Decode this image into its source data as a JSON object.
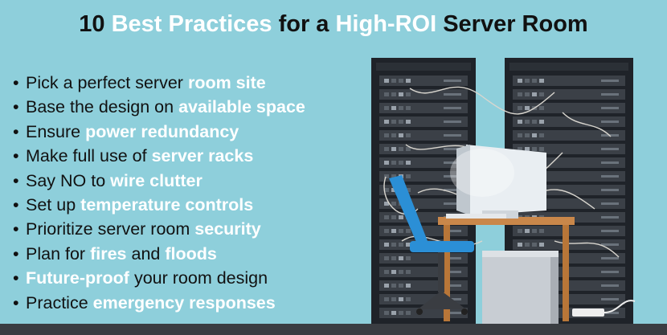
{
  "title": {
    "num": "10",
    "best_practices": "Best Practices",
    "for_a": "for a",
    "high_roi": "High-ROI",
    "server_room": "Server Room"
  },
  "practices": [
    {
      "plain_before": "Pick a perfect server",
      "bold": "room site",
      "plain_after": ""
    },
    {
      "plain_before": "Base the design on",
      "bold": "available space",
      "plain_after": ""
    },
    {
      "plain_before": "Ensure",
      "bold": "power redundancy",
      "plain_after": ""
    },
    {
      "plain_before": "Make full use of",
      "bold": "server racks",
      "plain_after": ""
    },
    {
      "plain_before": "Say NO to",
      "bold": "wire clutter",
      "plain_after": ""
    },
    {
      "plain_before": "Set up",
      "bold": "temperature controls",
      "plain_after": ""
    },
    {
      "plain_before": "Prioritize server room",
      "bold": "security",
      "plain_after": ""
    },
    {
      "plain_before": "Plan for",
      "bold": "fires",
      "plain_after": "and",
      "bold2": "floods"
    },
    {
      "plain_before": "",
      "bold": "Future-proof",
      "plain_after": "your room design"
    },
    {
      "plain_before": "Practice",
      "bold": "emergency responses",
      "plain_after": ""
    }
  ],
  "bullet": "•",
  "illustration": {
    "icons": [
      "server-rack-icon",
      "office-chair-icon",
      "crt-monitor-icon",
      "desk-icon",
      "pc-tower-icon",
      "keyboard-icon",
      "power-strip-icon"
    ],
    "colors": {
      "background": "#8ecfdb",
      "rack": "#1f2329",
      "rack_unit": "#3b4047",
      "chair": "#2b8fd6",
      "monitor": "#e9eef2",
      "desk": "#c9874a",
      "floor": "#3a3d42"
    }
  }
}
